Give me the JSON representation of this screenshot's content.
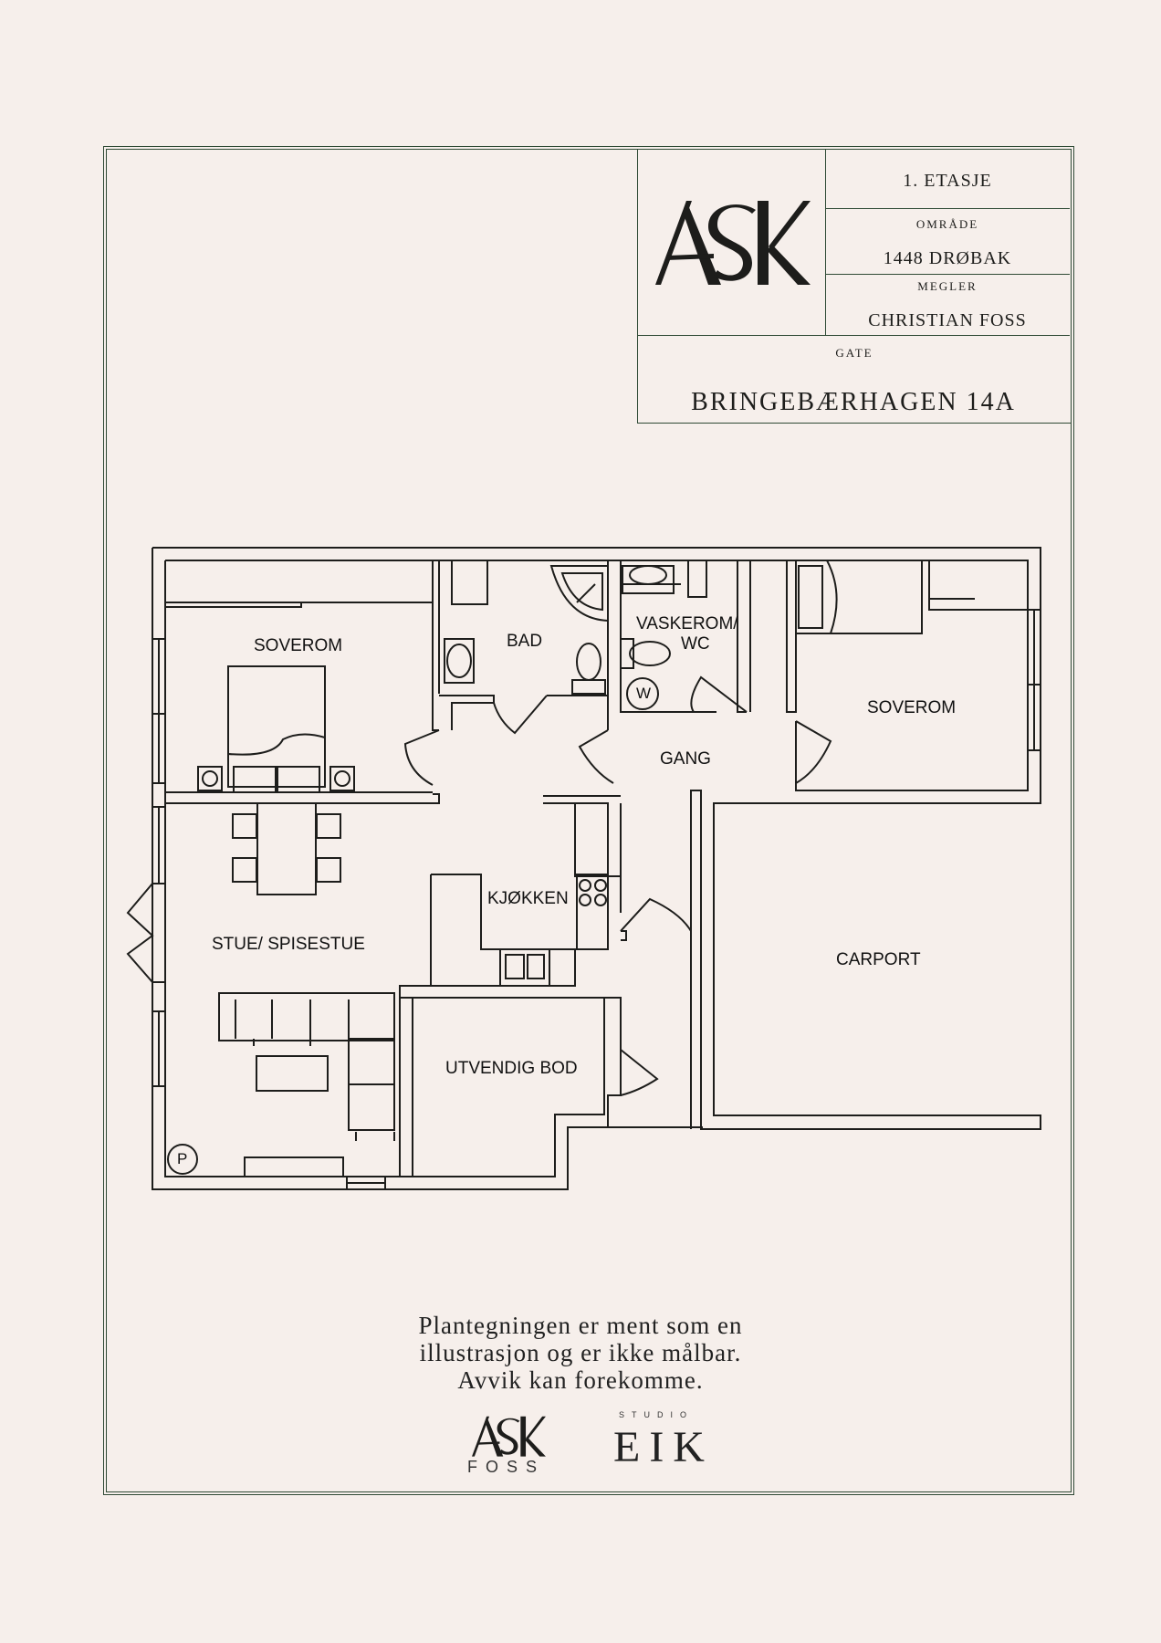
{
  "title_block": {
    "floor": "1. ETASJE",
    "area_label": "OMRÅDE",
    "area_value": "1448 DRØBAK",
    "broker_label": "MEGLER",
    "broker_value": "CHRISTIAN FOSS",
    "street_label": "GATE",
    "street_value": "BRINGEBÆRHAGEN 14A",
    "logo_text": "ASK"
  },
  "rooms": {
    "bedroom_left": "SOVEROM",
    "bathroom": "BAD",
    "laundry_line1": "VASKEROM/",
    "laundry_line2": "WC",
    "bedroom_right": "SOVEROM",
    "hallway": "GANG",
    "kitchen": "KJØKKEN",
    "living": "STUE/ SPISESTUE",
    "carport": "CARPORT",
    "storage": "UTVENDIG BOD",
    "washer_symbol": "W",
    "parking_symbol": "P"
  },
  "disclaimer": {
    "line1": "Plantegningen er ment som en",
    "line2": "illustrasjon og er ikke målbar.",
    "line3": "Avvik kan forekomme."
  },
  "footer": {
    "ask_logo": "ASK",
    "foss": "FOSS",
    "studio": "STUDIO",
    "eik": "EIK"
  },
  "colors": {
    "background": "#f6efeb",
    "frame": "#2f4a35",
    "ink": "#1d1d1b"
  }
}
